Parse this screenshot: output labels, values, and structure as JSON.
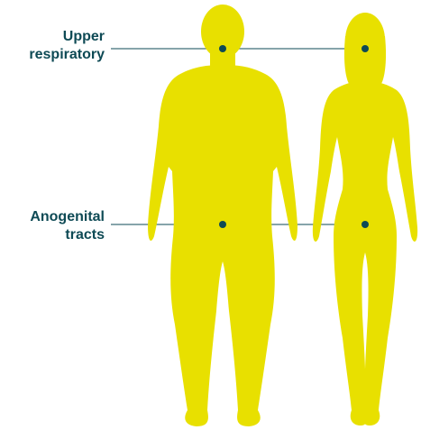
{
  "labels": {
    "upper_respiratory": {
      "line1": "Upper",
      "line2": "respiratory"
    },
    "anogenital": {
      "line1": "Anogenital",
      "line2": "tracts"
    }
  },
  "colors": {
    "body_fill": "#e8e000",
    "marker": "#0e4a55",
    "leader_line": "#0e4a55",
    "label_text": "#0e4a55"
  },
  "figures": [
    "male-silhouette",
    "female-silhouette"
  ]
}
